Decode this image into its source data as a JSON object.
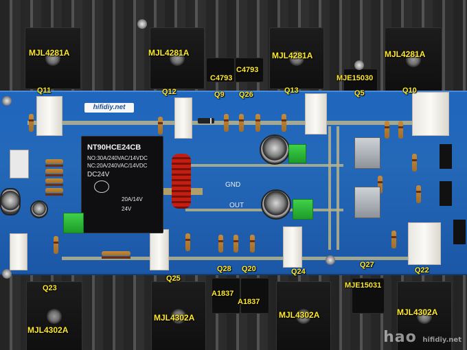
{
  "transistor_labels": {
    "top_row": [
      "MJL4281A",
      "MJL4281A",
      "MJL4281A",
      "MJL4281A"
    ],
    "bottom_row": [
      "MJL4302A",
      "MJL4302A",
      "MJL4302A",
      "MJL4302A"
    ],
    "driver_top_left": "C4793",
    "driver_top_right": "C4793",
    "driver_bottom_left": "A1837",
    "driver_bottom_right": "A1837",
    "predriver_top": "MJE15030",
    "predriver_bottom": "MJE15031"
  },
  "q_labels": {
    "q11": "Q11",
    "q12": "Q12",
    "q9": "Q9",
    "q26": "Q26",
    "q13": "Q13",
    "q5": "Q5",
    "q10": "Q10",
    "q23": "Q23",
    "q25": "Q25",
    "q28": "Q28",
    "q20": "Q20",
    "q24": "Q24",
    "q27": "Q27",
    "q22": "Q22"
  },
  "board": {
    "logo": "hifidiy.net",
    "gnd": "GND",
    "out": "OUT"
  },
  "relay": {
    "model": "NT90HCE24CB",
    "line1": "NO:30A/240VAC/14VDC",
    "line2": "NC:20A/240VAC/14VDC",
    "line3": "DC24V",
    "line4": "20A/14V",
    "line5": "24V"
  },
  "watermark": {
    "main": "hao",
    "sub": "hifidiy.net"
  },
  "colors": {
    "pcb": "#1f66bd",
    "label": "#ffe92a",
    "heatsink": "#2a2a2a"
  }
}
